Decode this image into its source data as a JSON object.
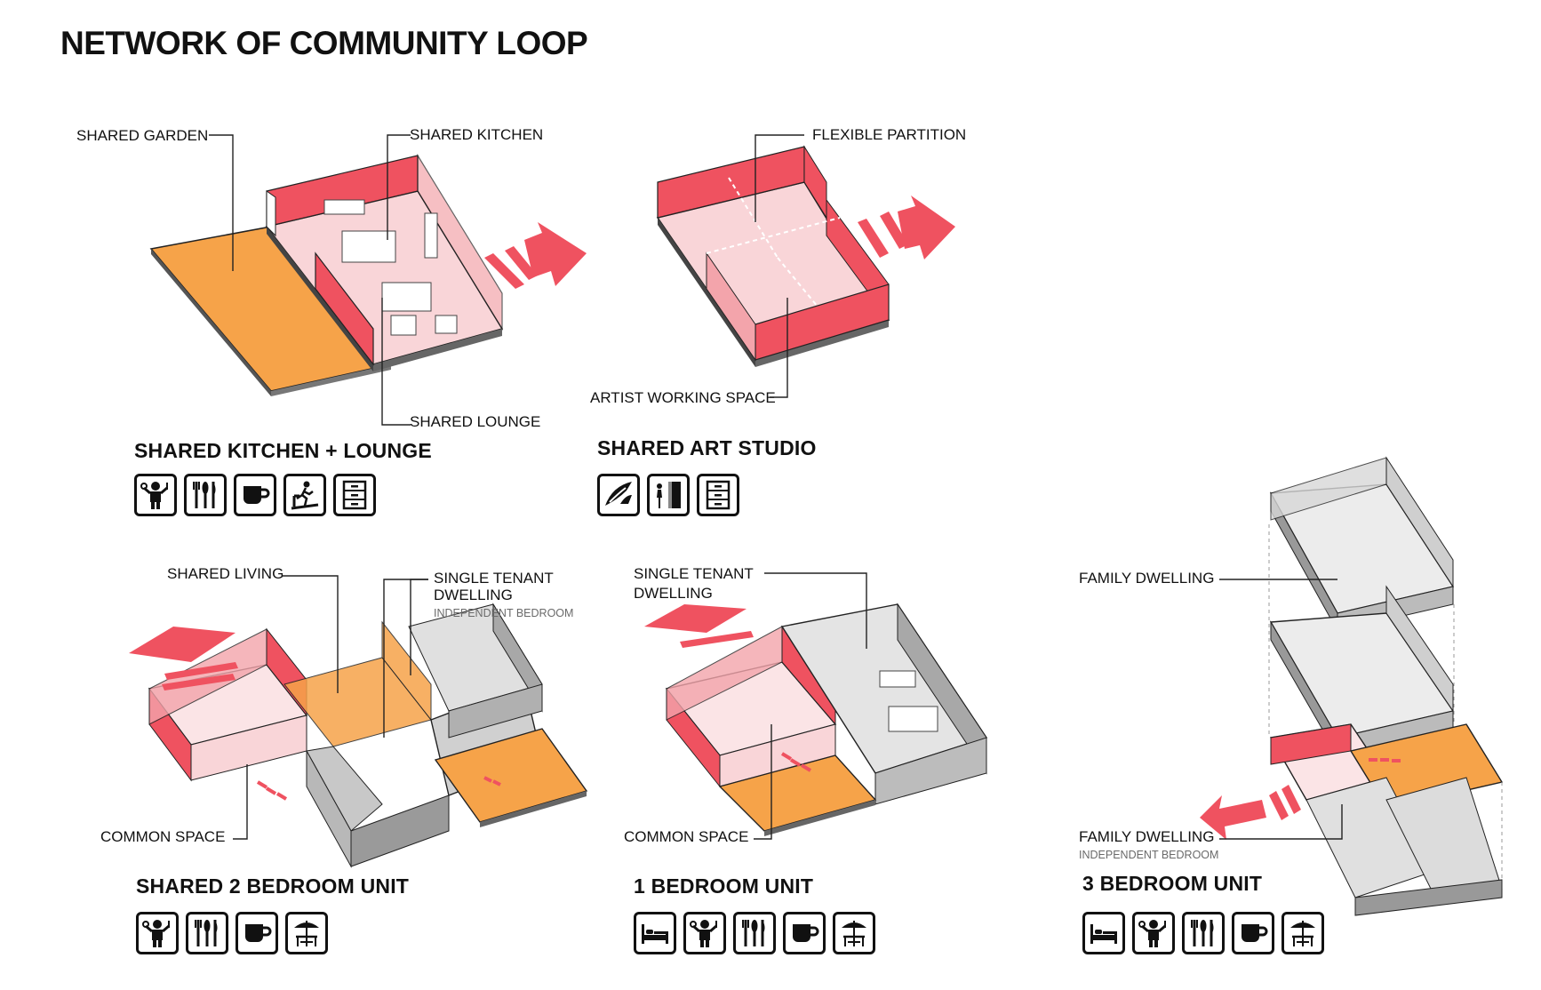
{
  "title": "NETWORK OF COMMUNITY LOOP",
  "colors": {
    "red": "#ef5260",
    "pink": "#f3a4ab",
    "lightpink": "#f9d5d8",
    "orange": "#f6a349",
    "grey": "#c8c8c8"
  },
  "modules": {
    "kitchen": {
      "heading": "SHARED KITCHEN + LOUNGE",
      "labels": {
        "garden": "SHARED GARDEN",
        "kitchen": "SHARED KITCHEN",
        "lounge": "SHARED LOUNGE"
      },
      "icons": [
        "chef-icon",
        "cutlery-icon",
        "cup-icon",
        "treadmill-icon",
        "cabinet-icon"
      ]
    },
    "studio": {
      "heading": "SHARED ART STUDIO",
      "labels": {
        "partition": "FLEXIBLE PARTITION",
        "artist": "ARTIST WORKING SPACE"
      },
      "icons": [
        "paint-icon",
        "gallery-icon",
        "cabinet-icon"
      ]
    },
    "two_bed": {
      "heading": "SHARED 2 BEDROOM UNIT",
      "labels": {
        "living": "SHARED LIVING",
        "single_1": "SINGLE TENANT",
        "single_2": "DWELLING",
        "single_sub": "INDEPENDENT BEDROOM",
        "common": "COMMON SPACE"
      },
      "icons": [
        "chef-icon",
        "cutlery-icon",
        "cup-icon",
        "picnic-icon"
      ]
    },
    "one_bed": {
      "heading": "1 BEDROOM UNIT",
      "labels": {
        "single_1": "SINGLE TENANT",
        "single_2": "DWELLING",
        "common": "COMMON SPACE"
      },
      "icons": [
        "bed-icon",
        "chef-icon",
        "cutlery-icon",
        "cup-icon",
        "picnic-icon"
      ]
    },
    "three_bed": {
      "heading": "3 BEDROOM UNIT",
      "labels": {
        "family_top": "FAMILY DWELLING",
        "family_bottom": "FAMILY DWELLING",
        "family_sub": "INDEPENDENT BEDROOM"
      },
      "icons": [
        "bed-icon",
        "chef-icon",
        "cutlery-icon",
        "cup-icon",
        "picnic-icon"
      ]
    }
  }
}
